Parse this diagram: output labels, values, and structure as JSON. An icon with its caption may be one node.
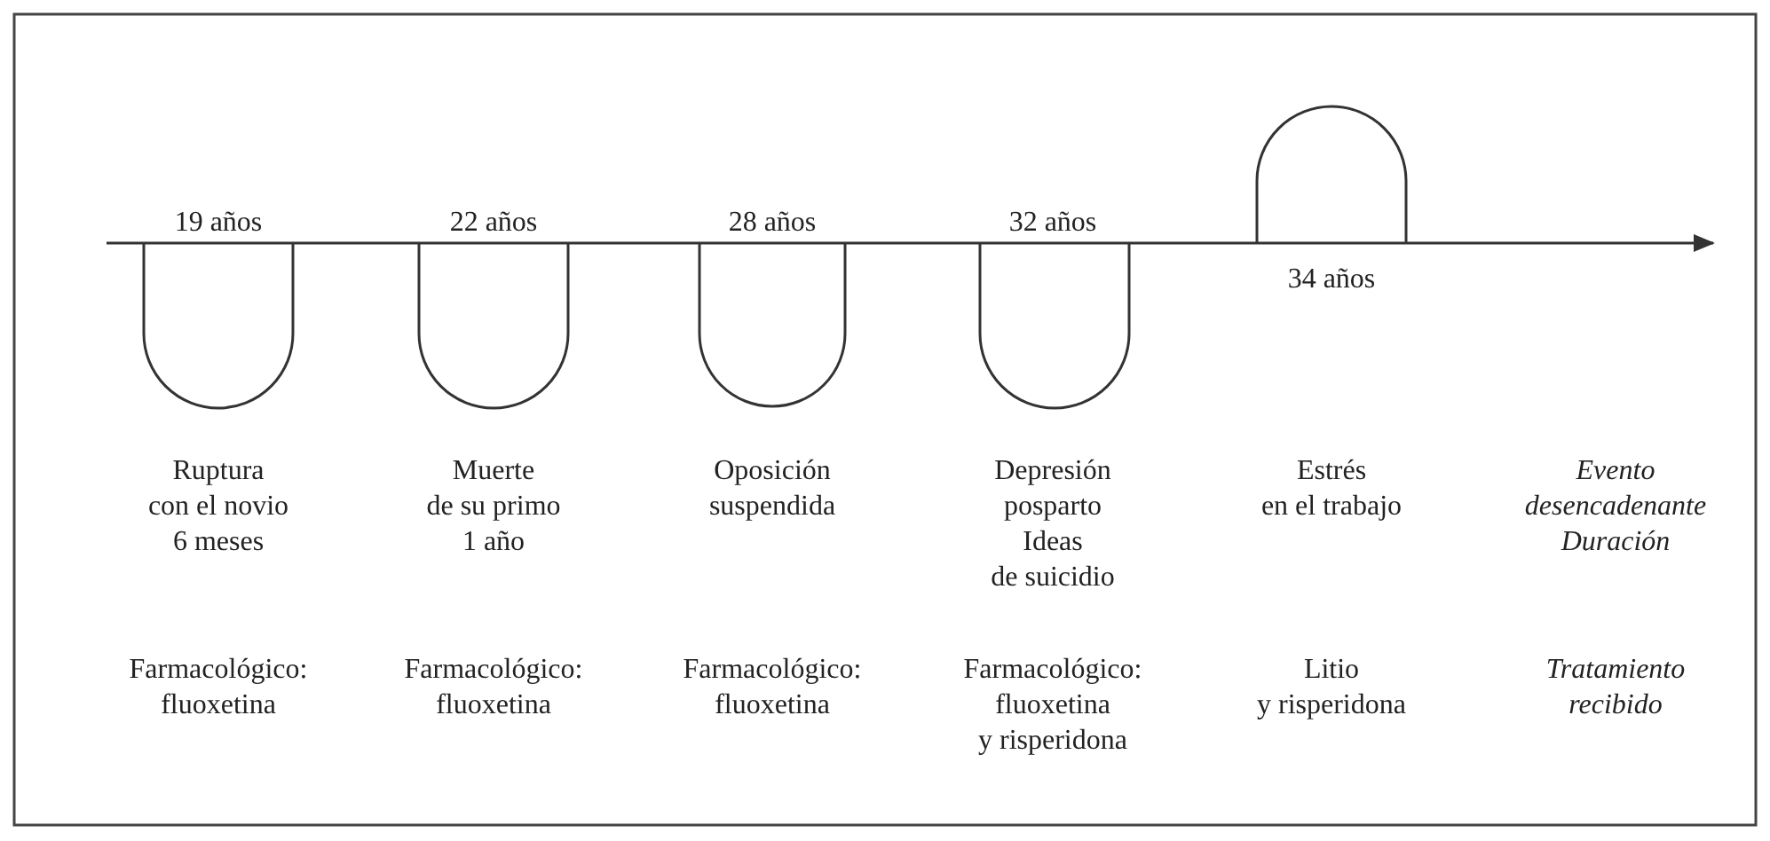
{
  "diagram": {
    "labels": [
      "19 años",
      "22 años",
      "28 años",
      "32 años",
      "34 años",
      "Ruptura con el novio 6 meses",
      "Muerte de su primo 1 año",
      "Oposición suspendida",
      "Depresión posparto Ideas de suicidio",
      "Estrés en el trabajo",
      "Evento desencadenante Duración",
      "Farmacológico: fluoxetina",
      "Farmacológico: fluoxetina",
      "Farmacológico: fluoxetina",
      "Farmacológico: fluoxetina y risperidona",
      "Litio y risperidona",
      "Tratamiento recibido"
    ]
  }
}
